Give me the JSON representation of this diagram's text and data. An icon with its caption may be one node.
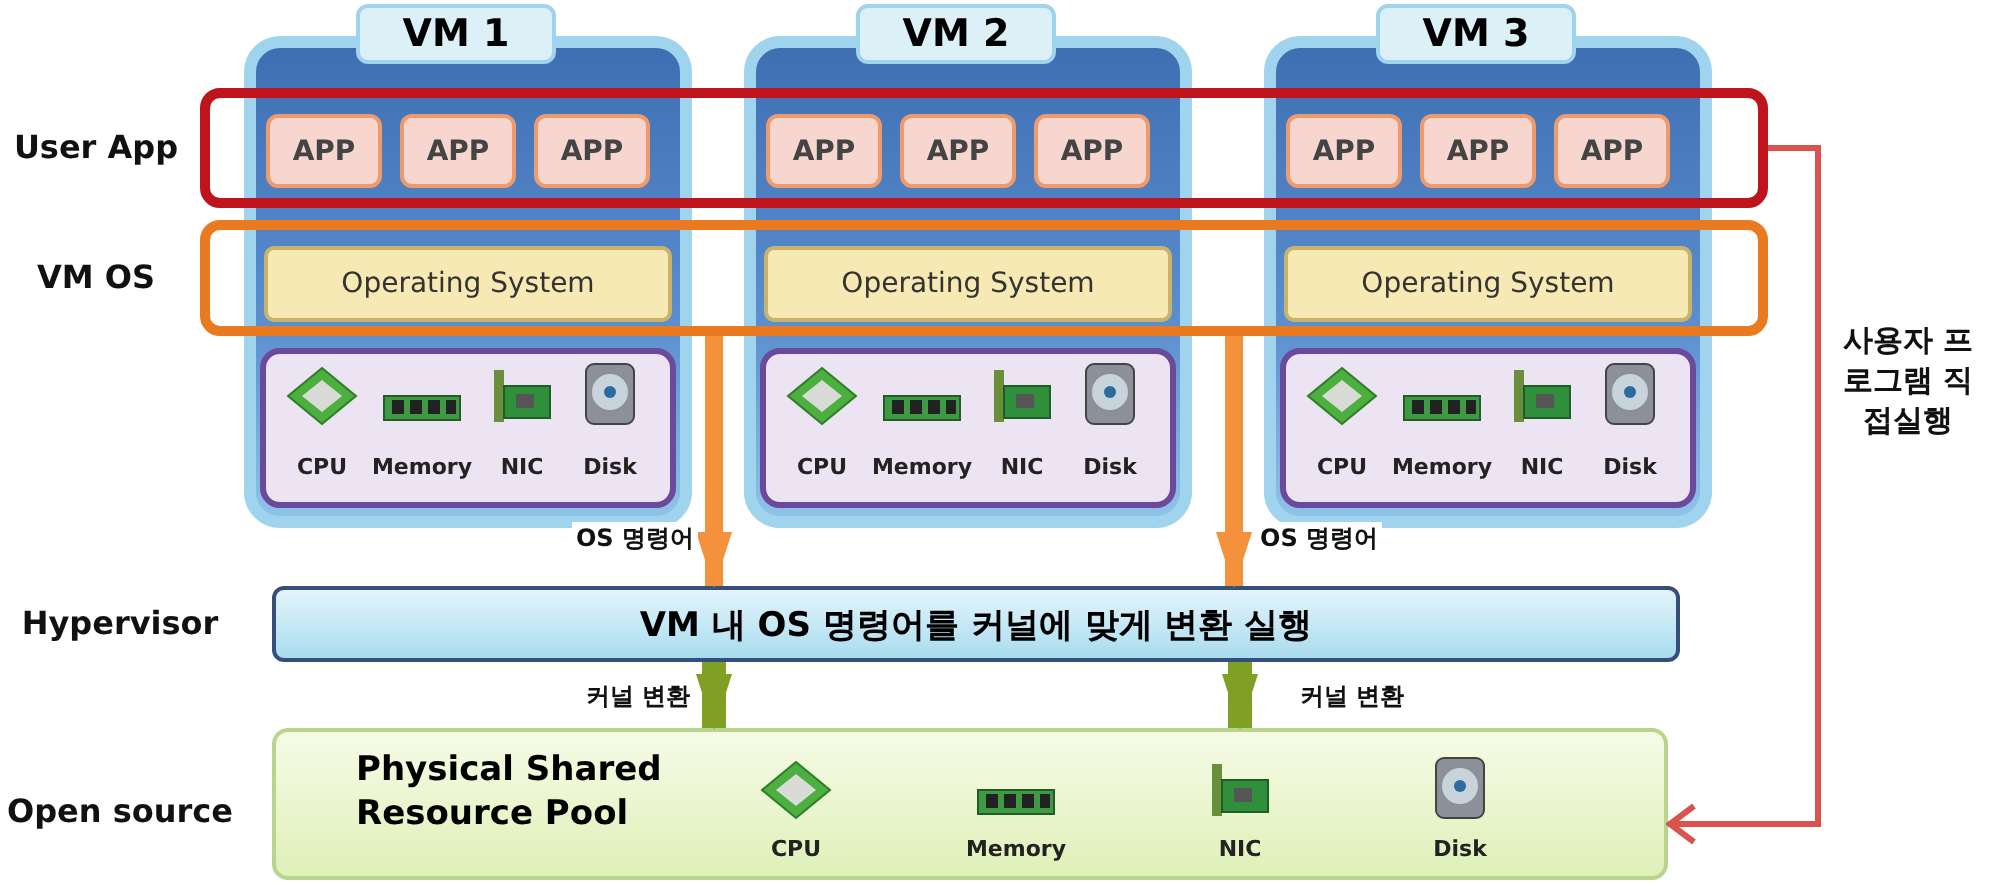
{
  "diagram": {
    "nodes": [
      {
        "text": [
          "VM 1"
        ]
      },
      {
        "text": [
          "APP"
        ]
      },
      {
        "text": [
          "APP"
        ]
      },
      {
        "text": [
          "APP"
        ]
      },
      {
        "text": [
          "Operating System"
        ]
      },
      {
        "text": [
          "CPU",
          "Memory",
          "NIC",
          "Disk"
        ],
        "in": 0
      },
      {
        "text": [
          "VM 2"
        ]
      },
      {
        "text": [
          "APP"
        ]
      },
      {
        "text": [
          "APP"
        ]
      },
      {
        "text": [
          "APP"
        ]
      },
      {
        "text": [
          "Operating System"
        ]
      },
      {
        "text": [
          "CPU",
          "Memory",
          "NIC",
          "Disk"
        ],
        "in": 6
      },
      {
        "text": [
          "VM 3"
        ]
      },
      {
        "text": [
          "APP"
        ]
      },
      {
        "text": [
          "APP"
        ]
      },
      {
        "text": [
          "APP"
        ]
      },
      {
        "text": [
          "Operating System"
        ]
      },
      {
        "text": [
          "CPU",
          "Memory",
          "NIC",
          "Disk"
        ],
        "in": 12
      },
      {
        "text": [
          "User App"
        ]
      },
      {
        "text": [
          "VM OS"
        ]
      },
      {
        "text": [
          "Hypervisor",
          "VM 내 OS 명령어를 커널에 맞게 변환 실행"
        ]
      },
      {
        "text": [
          "Open source",
          "Physical Shared Resource Pool",
          "CPU",
          "Memory",
          "NIC",
          "Disk"
        ]
      }
    ],
    "edges": [
      {
        "from": 19,
        "to": 20,
        "arrow": "to",
        "label": "OS 명령어",
        "color": "#f3913c"
      },
      {
        "from": 19,
        "to": 20,
        "arrow": "to",
        "label": "OS 명령어",
        "color": "#f3913c"
      },
      {
        "from": 20,
        "to": 21,
        "arrow": "to",
        "label": "커널 변환",
        "color": "#7f9f25"
      },
      {
        "from": 20,
        "to": 21,
        "arrow": "to",
        "label": "커널 변환",
        "color": "#7f9f25"
      },
      {
        "from": 18,
        "to": 21,
        "arrow": "to",
        "label": "사용자 프로그램 직접실행",
        "color": "#d9534f"
      }
    ]
  }
}
